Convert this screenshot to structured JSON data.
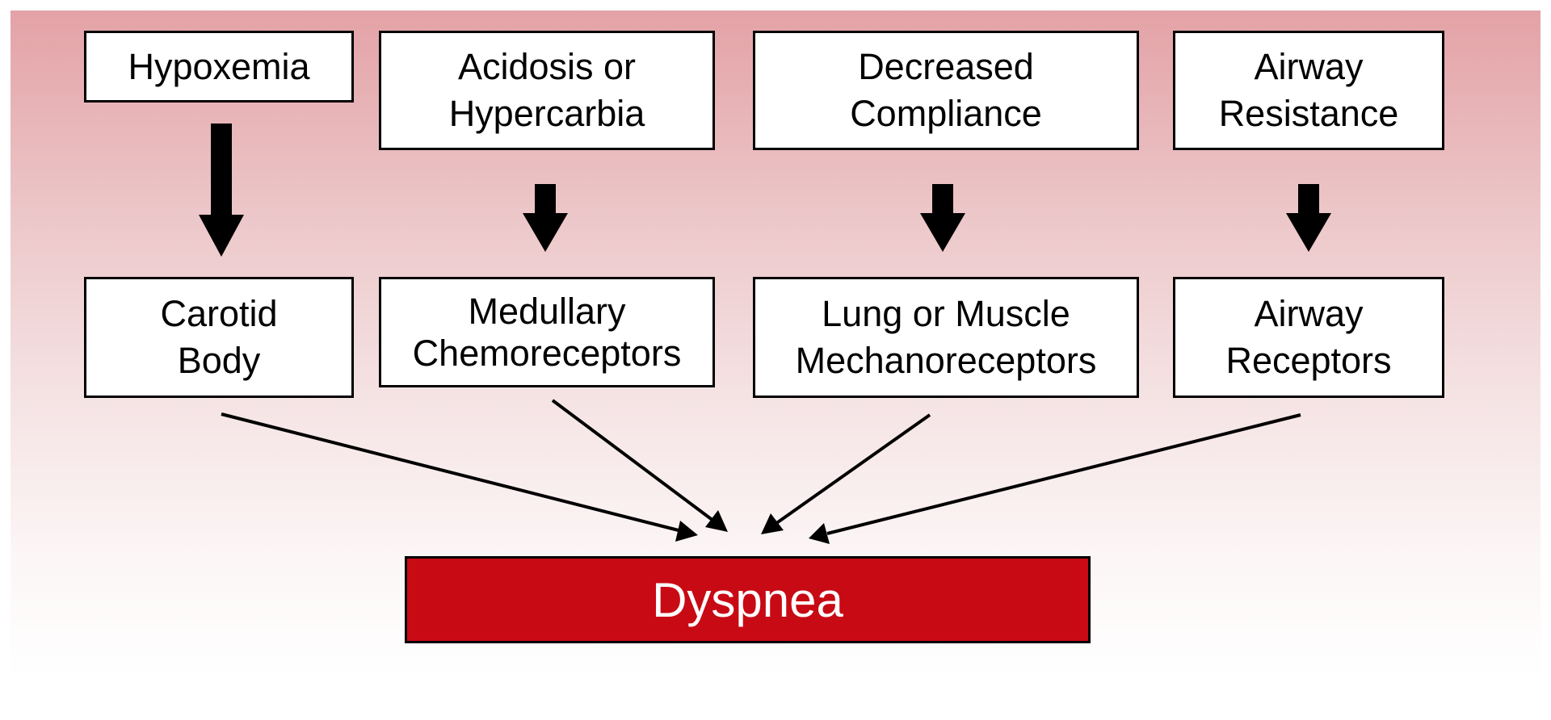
{
  "colors": {
    "panel_top": "#e3a2a6",
    "panel_bottom": "#ffffff",
    "box_fill": "#ffffff",
    "box_border": "#000000",
    "arrow": "#000000",
    "outcome_fill": "#c80a14",
    "outcome_text": "#ffffff"
  },
  "stimuli": [
    {
      "lines": [
        "Hypoxemia"
      ]
    },
    {
      "lines": [
        "Acidosis or",
        "Hypercarbia"
      ]
    },
    {
      "lines": [
        "Decreased",
        "Compliance"
      ]
    },
    {
      "lines": [
        "Airway",
        "Resistance"
      ]
    }
  ],
  "receptors": [
    {
      "lines": [
        "Carotid",
        "Body"
      ]
    },
    {
      "lines": [
        "Medullary",
        "Chemoreceptors"
      ]
    },
    {
      "lines": [
        "Lung or Muscle",
        "Mechanoreceptors"
      ]
    },
    {
      "lines": [
        "Airway",
        "Receptors"
      ]
    }
  ],
  "outcome": {
    "label": "Dyspnea"
  },
  "edges": [
    {
      "from": "stimuli.0",
      "to": "receptors.0"
    },
    {
      "from": "stimuli.1",
      "to": "receptors.1"
    },
    {
      "from": "stimuli.2",
      "to": "receptors.2"
    },
    {
      "from": "stimuli.3",
      "to": "receptors.3"
    },
    {
      "from": "receptors.0",
      "to": "outcome"
    },
    {
      "from": "receptors.1",
      "to": "outcome"
    },
    {
      "from": "receptors.2",
      "to": "outcome"
    },
    {
      "from": "receptors.3",
      "to": "outcome"
    }
  ]
}
